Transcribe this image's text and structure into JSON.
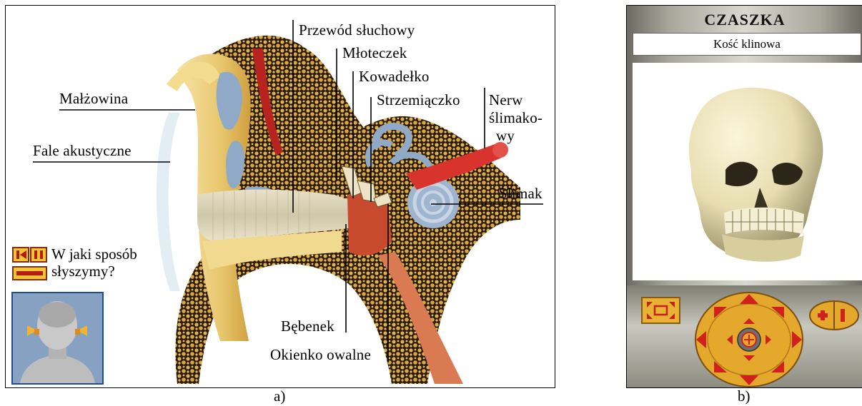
{
  "panel_a": {
    "labels": {
      "przewod": "Przewód słuchowy",
      "mloteczek": "Młoteczek",
      "kowadelko": "Kowadełko",
      "strzemiaczko": "Strzemiączko",
      "nerw_1": "Nerw",
      "nerw_2": "ślimako-",
      "nerw_3": "wy",
      "malzowina": "Małżowina",
      "fale": "Fale akustyczne",
      "slimak": "Ślimak",
      "bebenek": "Bębenek",
      "okienko": "Okienko owalne"
    },
    "question_line1": "W jaki sposób",
    "question_line2": "słyszymy?",
    "caption": "a)"
  },
  "panel_b": {
    "title": "CZASZKA",
    "subtitle": "Kość klinowa",
    "caption": "b)"
  },
  "colors": {
    "bone": "#c79a3c",
    "cartilage": "#f1d98f",
    "canal": "#e6e0c6",
    "blue": "#8fa9c6",
    "red": "#d9332e",
    "control_gold": "#e8b235",
    "control_red": "#d0211c"
  }
}
